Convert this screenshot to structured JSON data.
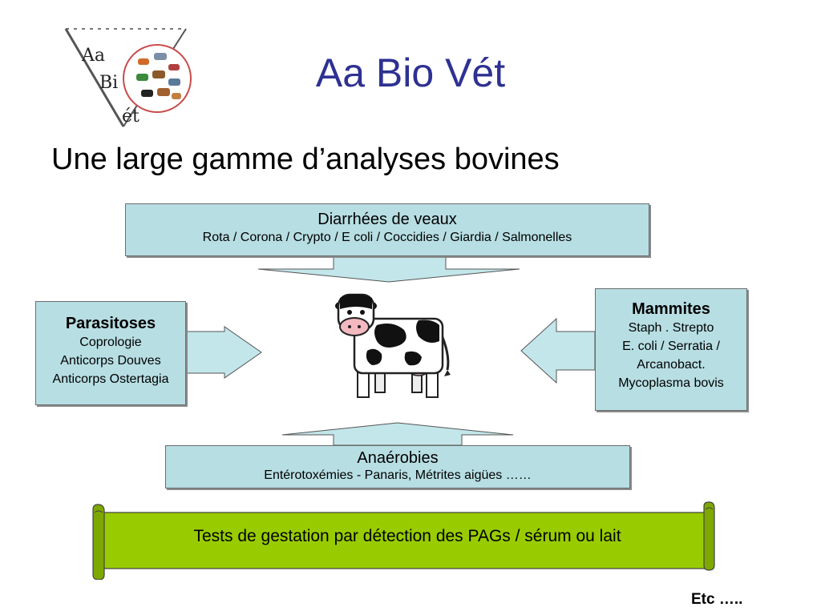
{
  "header": {
    "title": "Aa Bio Vét",
    "logo": {
      "line1": "Aa",
      "line2": "Bi",
      "line3": "ét",
      "icon": "animals-logo-icon"
    }
  },
  "subtitle": "Une large gamme d’analyses bovines",
  "center": {
    "icon": "cow-icon"
  },
  "boxes": {
    "top": {
      "heading": "Diarrhées de veaux",
      "lines": [
        "Rota / Corona / Crypto / E coli / Coccidies / Giardia / Salmonelles"
      ]
    },
    "left": {
      "heading": "Parasitoses",
      "lines": [
        "Coprologie",
        "Anticorps Douves",
        "Anticorps Ostertagia"
      ]
    },
    "right": {
      "heading": "Mammites",
      "lines": [
        "Staph . Strepto",
        "E. coli / Serratia /",
        "Arcanobact.",
        "Mycoplasma bovis"
      ]
    },
    "bottom": {
      "heading": "Anaérobies",
      "lines": [
        "Entérotoxémies - Panaris, Métrites aigües ……"
      ]
    }
  },
  "banner": {
    "text": "Tests de gestation par détection des PAGs / sérum ou lait"
  },
  "footer": {
    "etc": "Etc ….."
  },
  "colors": {
    "title": "#2E3192",
    "box_fill": "#B7DEE3",
    "arrow_fill": "#C3E6EA",
    "banner_fill": "#99CC00",
    "banner_curl": "#7DA800"
  }
}
